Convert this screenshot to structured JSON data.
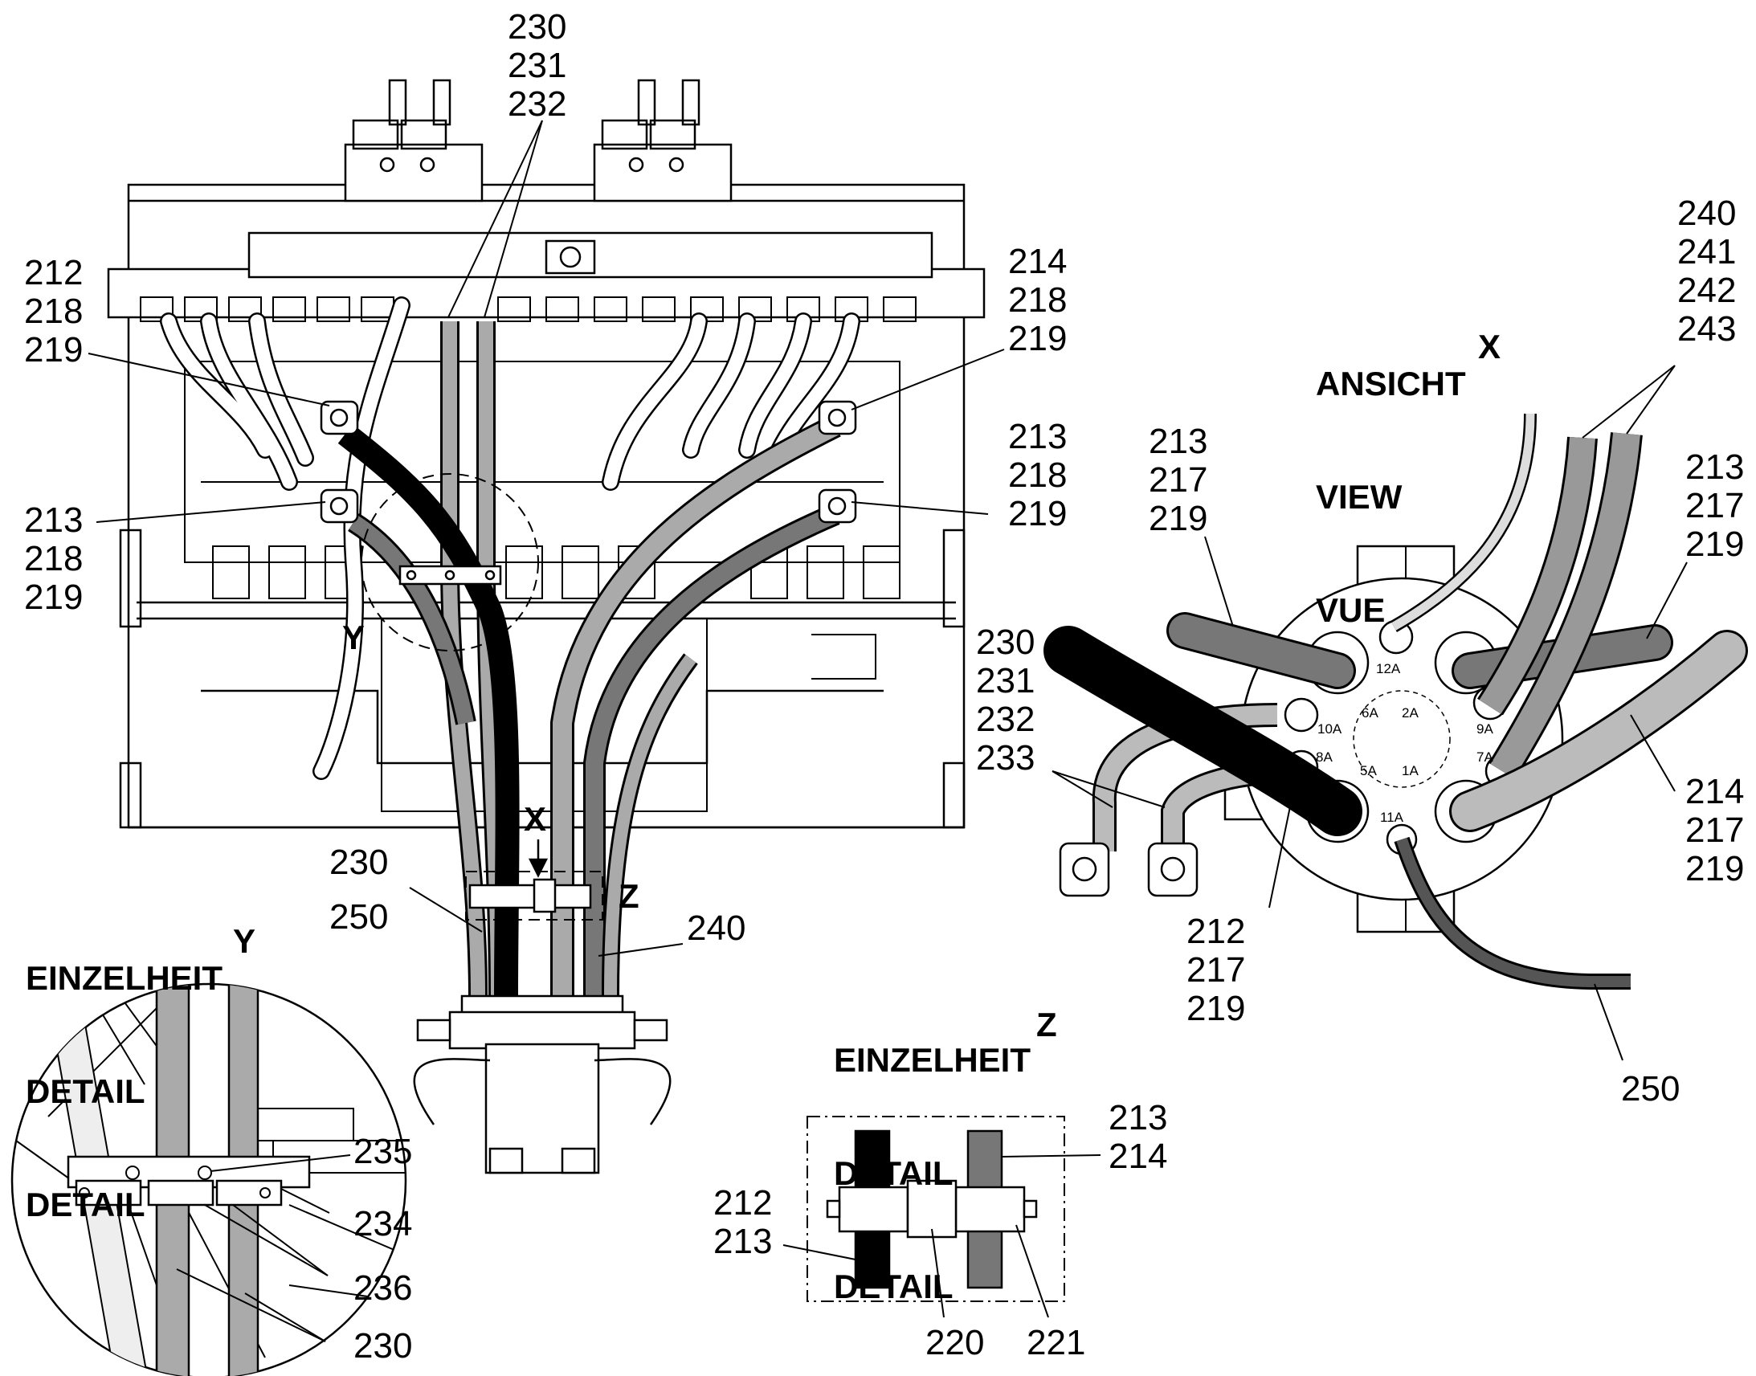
{
  "view_x": {
    "title_lines": [
      "ANSICHT",
      "VIEW",
      "VUE"
    ],
    "marker": "X",
    "ports": [
      "12A",
      "10A",
      "6A",
      "2A",
      "9A",
      "8A",
      "5A",
      "1A",
      "7A",
      "11A"
    ]
  },
  "detail_y": {
    "title_lines": [
      "EINZELHEIT",
      "DETAIL",
      "DETAIL"
    ],
    "marker": "Y"
  },
  "detail_z": {
    "title_lines": [
      "EINZELHEIT",
      "DETAIL",
      "DETAIL"
    ],
    "marker": "Z"
  },
  "main": {
    "circle_marker": "Y",
    "view_arrow": "X",
    "box_marker": "Z"
  },
  "callouts": {
    "c_230_232": "230\n231\n232",
    "c_212_left": "212\n218\n219",
    "c_213_left": "213\n218\n219",
    "c_214_right": "214\n218\n219",
    "c_213_right": "213\n218\n219",
    "c_230": "230",
    "c_250": "250",
    "c_240": "240",
    "x_240_243": "240\n241\n242\n243",
    "x_213_top": "213\n217\n219",
    "x_213_right": "213\n217\n219",
    "x_230_233": "230\n231\n232\n233",
    "x_214": "214\n217\n219",
    "x_212": "212\n217\n219",
    "x_250": "250",
    "y_235": "235",
    "y_234": "234",
    "y_236": "236",
    "y_230": "230",
    "z_213_214": "213\n214",
    "z_212_213": "212\n213",
    "z_220": "220",
    "z_221": "221"
  }
}
